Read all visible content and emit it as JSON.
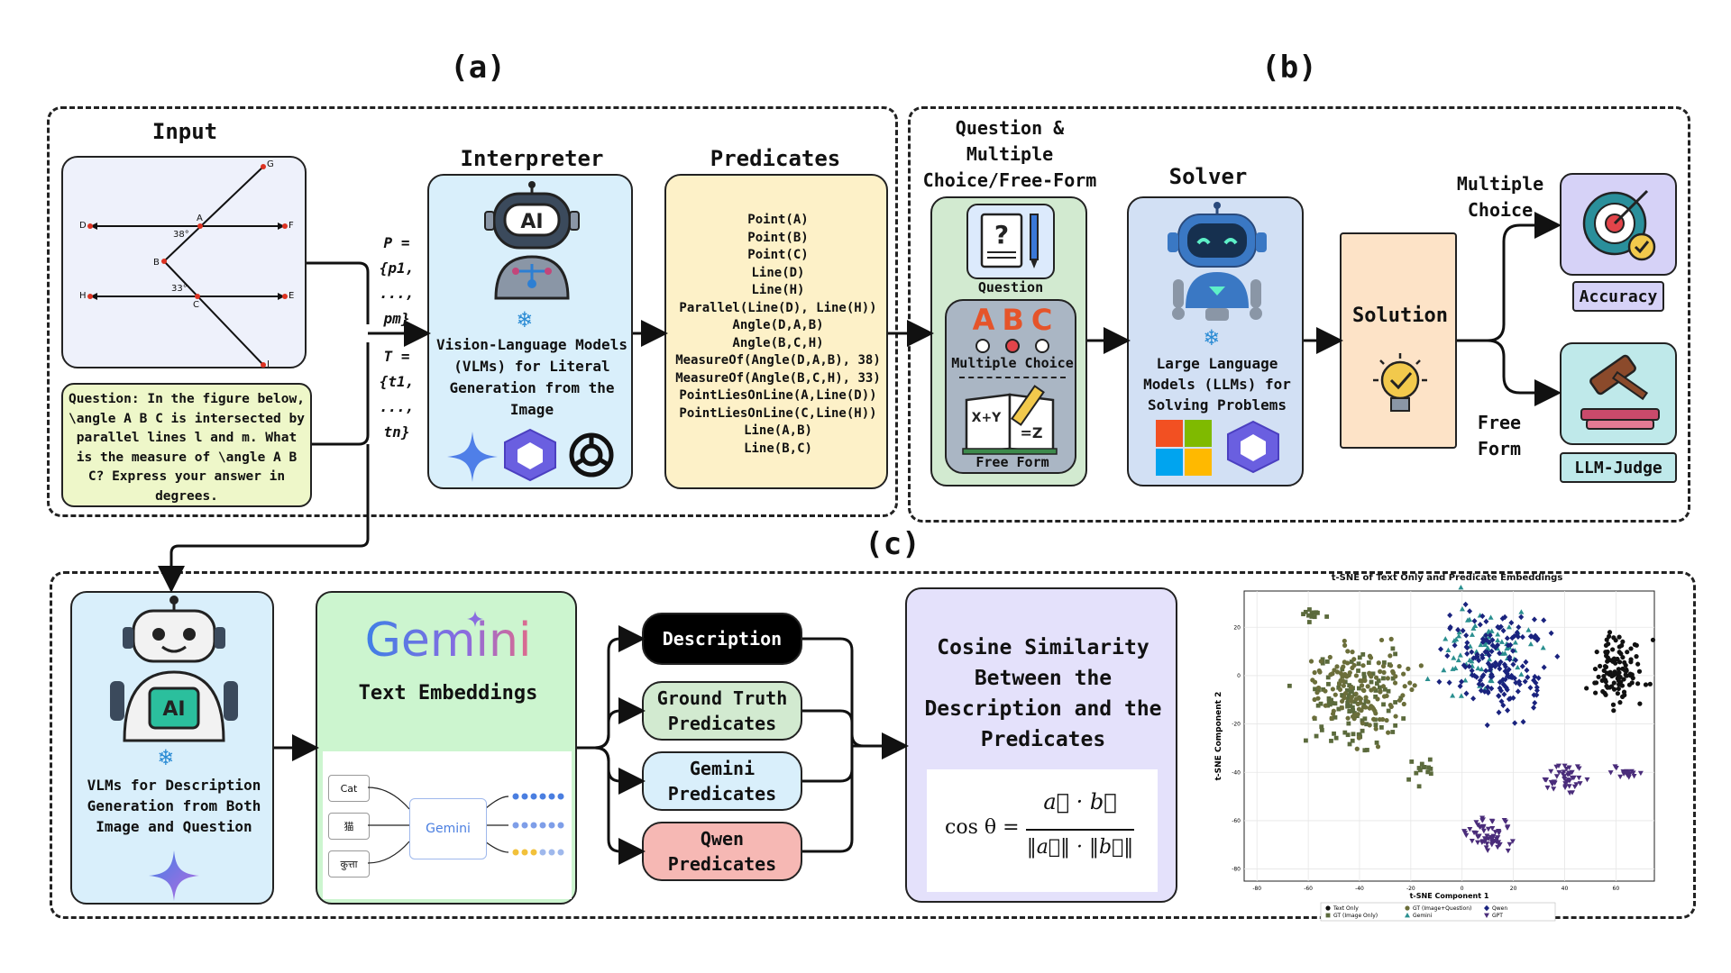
{
  "sections": {
    "a": "(a)",
    "b": "(b)",
    "c": "(c)"
  },
  "input": {
    "title": "Input",
    "geometry_points": [
      "G",
      "D",
      "A",
      "F",
      "B",
      "H",
      "C",
      "E",
      "I"
    ],
    "angles": [
      "38°",
      "33°"
    ],
    "question": "Question: In the figure below, \\angle A B C is intersected by parallel lines l and m. What is the measure of \\angle A B C? Express your answer in degrees."
  },
  "p_label": {
    "line1": "P =",
    "line2": "{p1,",
    "line3": "...,",
    "line4": "pm}"
  },
  "t_label": {
    "line1": "T =",
    "line2": "{t1,",
    "line3": "...,",
    "line4": "tn}"
  },
  "interpreter": {
    "title": "Interpreter",
    "desc": "Vision-Language Models (VLMs) for Literal Generation from the Image",
    "icon_text": "AI"
  },
  "predicates": {
    "title": "Predicates",
    "items": [
      "Point(A)",
      "Point(B)",
      "Point(C)",
      "Line(D)",
      "Line(H)",
      "Parallel(Line(D), Line(H))",
      "Angle(D,A,B)",
      "Angle(B,C,H)",
      "MeasureOf(Angle(D,A,B), 38)",
      "MeasureOf(Angle(B,C,H), 33)",
      "PointLiesOnLine(A,Line(D))",
      "PointLiesOnLine(C,Line(H))",
      "Line(A,B)",
      "Line(B,C)"
    ]
  },
  "question_box": {
    "title": "Question & Multiple Choice/Free-Form",
    "question_label": "Question",
    "abc": [
      "A",
      "B",
      "C"
    ],
    "mc_label": "Multiple Choice",
    "ff_label": "Free Form"
  },
  "solver": {
    "title": "Solver",
    "desc": "Large Language Models (LLMs) for Solving Problems"
  },
  "solution": {
    "label": "Solution"
  },
  "outputs": {
    "mc_label": "Multiple Choice",
    "ff_label": "Free Form",
    "accuracy": "Accuracy",
    "judge": "LLM-Judge"
  },
  "vlm_desc": {
    "desc": "VLMs for Description Generation from Both Image and Question",
    "icon_text": "AI"
  },
  "gemini_box": {
    "logo": "Gemini",
    "title": "Text Embeddings",
    "inputs": [
      "Cat",
      "猫",
      "कुत्ता"
    ],
    "center_logo": "Gemini"
  },
  "pills": {
    "description": "Description",
    "ground_truth": "Ground Truth Predicates",
    "gemini": "Gemini Predicates",
    "qwen": "Qwen Predicates"
  },
  "cosine": {
    "title": "Cosine Similarity Between the Description and the Predicates",
    "formula_lhs": "cos θ =",
    "numerator": "a⃗ · b⃗",
    "denominator": "‖a⃗‖ · ‖b⃗‖"
  },
  "chart_data": {
    "type": "scatter",
    "title": "t-SNE of Text Only and Predicate Embeddings",
    "xlabel": "t-SNE Component 1",
    "ylabel": "t-SNE Component 2",
    "xlim": [
      -85,
      75
    ],
    "ylim": [
      -85,
      35
    ],
    "xticks": [
      -80,
      -60,
      -40,
      -20,
      0,
      20,
      40,
      60
    ],
    "yticks": [
      -80,
      -60,
      -40,
      -20,
      0,
      20
    ],
    "legend_position": "bottom",
    "series": [
      {
        "name": "Text Only",
        "color": "#111111",
        "marker": "circle",
        "cluster": {
          "cx": 61,
          "cy": 2,
          "rx": 11,
          "ry": 16,
          "n": 110
        }
      },
      {
        "name": "GT (Image+Question)",
        "color": "#6b6e3a",
        "marker": "circle",
        "cluster": {
          "cx": -38,
          "cy": -5,
          "rx": 25,
          "ry": 20,
          "n": 140
        }
      },
      {
        "name": "GT (Image Only)",
        "color": "#5b6a3c",
        "marker": "square",
        "cluster": {
          "cx": -40,
          "cy": -10,
          "rx": 22,
          "ry": 22,
          "n": 110
        }
      },
      {
        "name": "Gemini",
        "color": "#2a8f8f",
        "marker": "triangle",
        "cluster": {
          "cx": 10,
          "cy": 10,
          "rx": 22,
          "ry": 20,
          "n": 80
        }
      },
      {
        "name": "Qwen",
        "color": "#1a237e",
        "marker": "diamond",
        "cluster": {
          "cx": 15,
          "cy": 5,
          "rx": 22,
          "ry": 24,
          "n": 170
        }
      },
      {
        "name": "GPT",
        "color": "#4a2c7a",
        "marker": "triangle-down",
        "cluster": {
          "cx": 10,
          "cy": -65,
          "rx": 10,
          "ry": 8,
          "n": 60
        }
      }
    ],
    "extra_clusters": [
      {
        "series": "GPT",
        "cx": 40,
        "cy": -42,
        "rx": 9,
        "ry": 7,
        "n": 45
      },
      {
        "series": "GPT",
        "cx": 64,
        "cy": -40,
        "rx": 6,
        "ry": 3,
        "n": 20
      },
      {
        "series": "GT (Image Only)",
        "cx": -58,
        "cy": 25,
        "rx": 5,
        "ry": 4,
        "n": 12
      },
      {
        "series": "GT (Image Only)",
        "cx": -15,
        "cy": -40,
        "rx": 5,
        "ry": 6,
        "n": 14
      }
    ]
  }
}
